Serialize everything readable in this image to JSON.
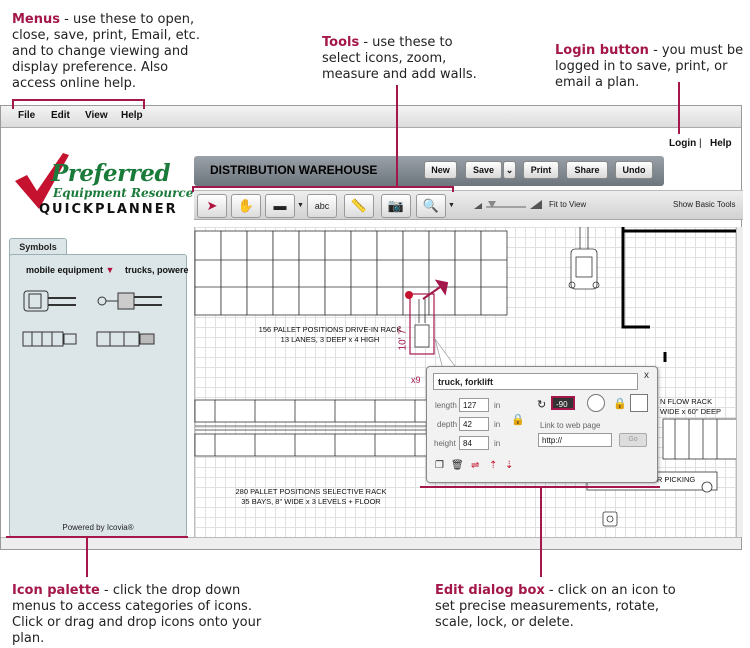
{
  "callouts": {
    "menus": {
      "title": "Menus",
      "text": " - use these to open, close, save, print, Email, etc. and to change viewing and display preference. Also access online help."
    },
    "tools": {
      "title": "Tools",
      "text": " - use these to select icons, zoom, measure and add walls."
    },
    "login": {
      "title": "Login button",
      "text": " - you must be logged in to save, print, or email a plan."
    },
    "palette": {
      "title": "Icon palette",
      "text": " - click the drop down menus to access categories of icons. Click or drag and drop icons onto your plan."
    },
    "dialog": {
      "title": "Edit dialog box",
      "text": " - click on an icon to set precise measurements, rotate, scale, lock, or delete."
    }
  },
  "menubar": {
    "file": "File",
    "edit": "Edit",
    "view": "View",
    "help": "Help"
  },
  "topnav": {
    "login": "Login",
    "sep": "|",
    "help": "Help"
  },
  "logo": {
    "brand": "Preferred",
    "subtitle": "Equipment Resource",
    "product": "QUICKPLANNER"
  },
  "project": {
    "name": "DISTRIBUTION WAREHOUSE",
    "buttons": {
      "new": "New",
      "save": "Save",
      "print": "Print",
      "share": "Share",
      "undo": "Undo"
    }
  },
  "tools": {
    "fit_to_view": "Fit to View",
    "show_basic_tools": "Show Basic Tools",
    "text_tool": "abc"
  },
  "symbols": {
    "tab": "Symbols",
    "category1": "mobile equipment",
    "category2": "trucks, powere",
    "powered_by": "Powered by Icovia®"
  },
  "canvas": {
    "drivein_label_1": "156 PALLET POSITIONS DRIVE-IN RACK",
    "drivein_label_2": "13 LANES, 3 DEEP x 4 HIGH",
    "selective_label_1": "280 PALLET POSITIONS SELECTIVE RACK",
    "selective_label_2": "35 BAYS, 8\" WIDE x 3 LEVELS + FLOOR",
    "flow_rack_1": "N FLOW RACK",
    "flow_rack_2": "WIDE x 60\" DEEP",
    "small_order": "SMALL ORDER PICKING",
    "dim_height": "10' 7\"",
    "dim_width": "x9"
  },
  "dialog": {
    "title": "truck, forklift",
    "close": "x",
    "length_label": "length",
    "length_value": "127",
    "depth_label": "depth",
    "depth_value": "42",
    "height_label": "height",
    "height_value": "84",
    "unit": "in",
    "rotation_value": "-90",
    "link_label": "Link to web page",
    "link_value": "http://",
    "go": "Go"
  }
}
